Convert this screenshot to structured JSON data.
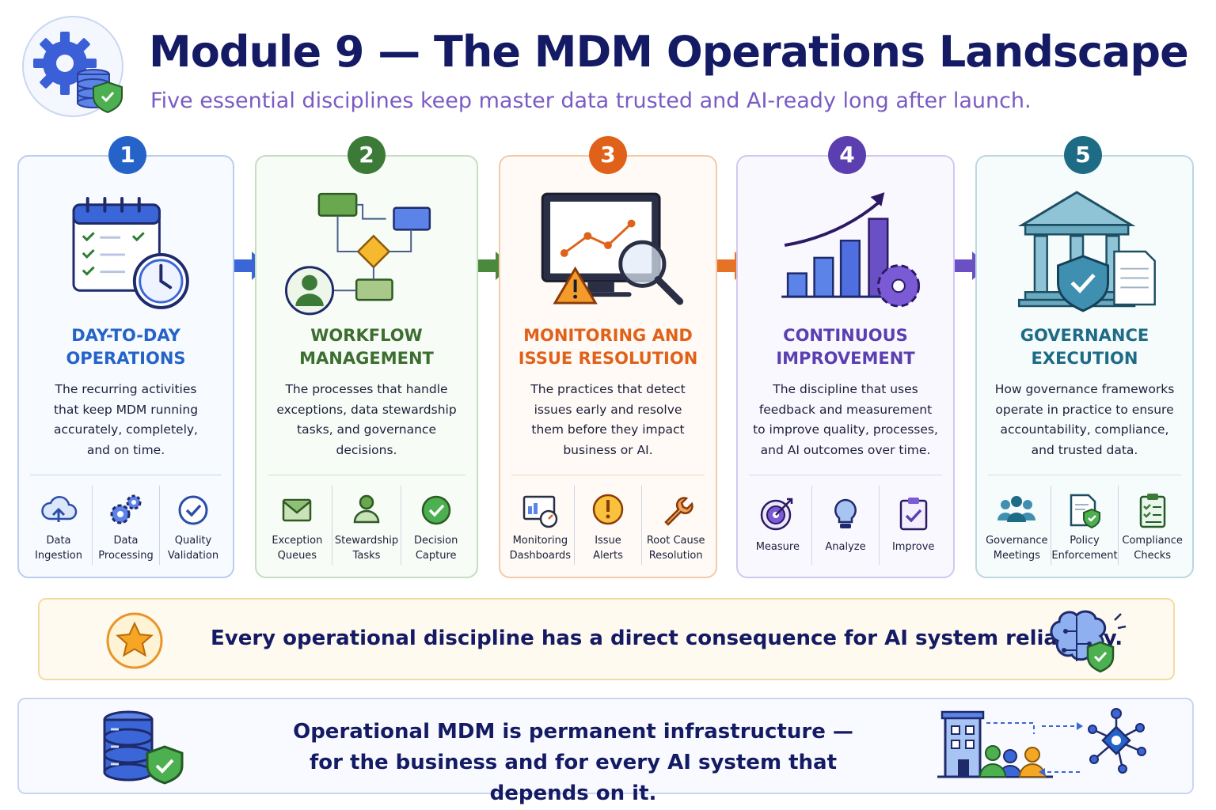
{
  "header": {
    "title": "Module 9 — The MDM Operations Landscape",
    "subtitle": "Five essential disciplines keep master data trusted and AI-ready long after launch.",
    "icon": "gear-database-shield-icon"
  },
  "colors": {
    "blue": "#2563c9",
    "green": "#3b7a37",
    "orange": "#e0621a",
    "purple": "#5b3fb0",
    "teal": "#1e6b86",
    "navy": "#141a63"
  },
  "cards": [
    {
      "number": "1",
      "title": "DAY-TO-DAY\nOPERATIONS",
      "description": "The recurring activities\nthat keep MDM running\naccurately, completely,\nand on time.",
      "icon": "calendar-clock-icon",
      "subs": [
        {
          "label": "Data\nIngestion",
          "icon": "cloud-upload-icon"
        },
        {
          "label": "Data\nProcessing",
          "icon": "gears-icon"
        },
        {
          "label": "Quality\nValidation",
          "icon": "check-circle-icon"
        }
      ]
    },
    {
      "number": "2",
      "title": "WORKFLOW\nMANAGEMENT",
      "description": "The processes that handle\nexceptions, data stewardship\ntasks, and governance\ndecisions.",
      "icon": "workflow-diagram-icon",
      "subs": [
        {
          "label": "Exception\nQueues",
          "icon": "envelope-icon"
        },
        {
          "label": "Stewardship\nTasks",
          "icon": "person-icon"
        },
        {
          "label": "Decision\nCapture",
          "icon": "check-circle-icon"
        }
      ]
    },
    {
      "number": "3",
      "title": "MONITORING AND\nISSUE RESOLUTION",
      "description": "The practices that detect\nissues early and resolve\nthem before they impact\nbusiness or AI.",
      "icon": "monitor-magnifier-icon",
      "subs": [
        {
          "label": "Monitoring\nDashboards",
          "icon": "dashboard-icon"
        },
        {
          "label": "Issue\nAlerts",
          "icon": "alert-icon"
        },
        {
          "label": "Root Cause\nResolution",
          "icon": "wrench-icon"
        }
      ]
    },
    {
      "number": "4",
      "title": "CONTINUOUS\nIMPROVEMENT",
      "description": "The discipline that uses\nfeedback and measurement\nto improve quality, processes,\nand AI outcomes over time.",
      "icon": "growth-chart-icon",
      "subs": [
        {
          "label": "Measure",
          "icon": "target-icon"
        },
        {
          "label": "Analyze",
          "icon": "lightbulb-icon"
        },
        {
          "label": "Improve",
          "icon": "clipboard-check-icon"
        }
      ]
    },
    {
      "number": "5",
      "title": "GOVERNANCE\nEXECUTION",
      "description": "How governance frameworks\noperate in practice to ensure\naccountability, compliance,\nand trusted data.",
      "icon": "building-shield-icon",
      "subs": [
        {
          "label": "Governance\nMeetings",
          "icon": "people-icon"
        },
        {
          "label": "Policy\nEnforcement",
          "icon": "document-shield-icon"
        },
        {
          "label": "Compliance\nChecks",
          "icon": "checklist-icon"
        }
      ]
    }
  ],
  "banner1": {
    "text": "Every operational discipline has a direct consequence for AI system reliability.",
    "icon_left": "star-icon",
    "icon_right": "brain-shield-icon"
  },
  "banner2": {
    "text": "Operational MDM is permanent infrastructure —\nfor the business and for every AI system that depends on it.",
    "icon_left": "database-shield-icon",
    "icon_right": "organization-network-icon"
  }
}
